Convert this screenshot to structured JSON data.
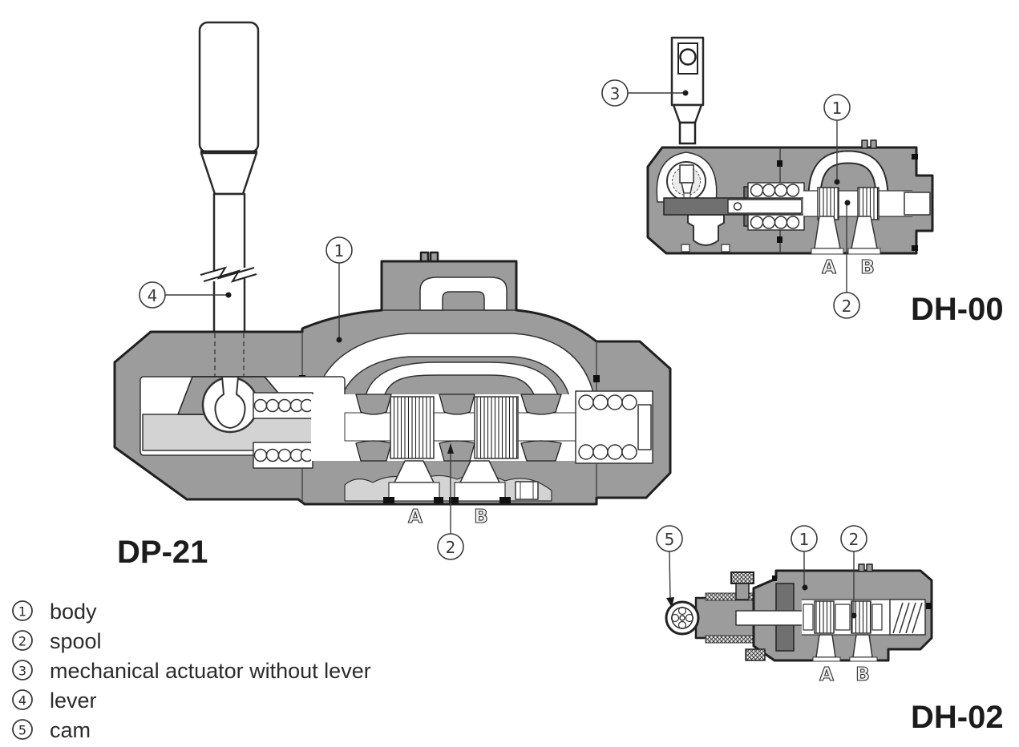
{
  "colors": {
    "body_gray": "#9c9c9c",
    "light_gray": "#d3d3d3",
    "dark_gray": "#707070",
    "outline": "#1f1f1f",
    "channel_white": "#ffffff",
    "text_black": "#1c1c1c"
  },
  "legend": {
    "items": [
      {
        "num": "1",
        "label": "body"
      },
      {
        "num": "2",
        "label": "spool"
      },
      {
        "num": "3",
        "label": "mechanical actuator without lever"
      },
      {
        "num": "4",
        "label": "lever"
      },
      {
        "num": "5",
        "label": "cam"
      }
    ]
  },
  "valves": {
    "dp21": {
      "title": "DP-21",
      "port_a": "A",
      "port_b": "B",
      "callout_body": "1",
      "callout_spool": "2",
      "callout_lever": "4"
    },
    "dh00": {
      "title": "DH-00",
      "port_a": "A",
      "port_b": "B",
      "callout_body": "1",
      "callout_spool": "2",
      "callout_actuator": "3"
    },
    "dh02": {
      "title": "DH-02",
      "port_a": "A",
      "port_b": "B",
      "callout_body": "1",
      "callout_spool": "2",
      "callout_cam": "5"
    }
  }
}
